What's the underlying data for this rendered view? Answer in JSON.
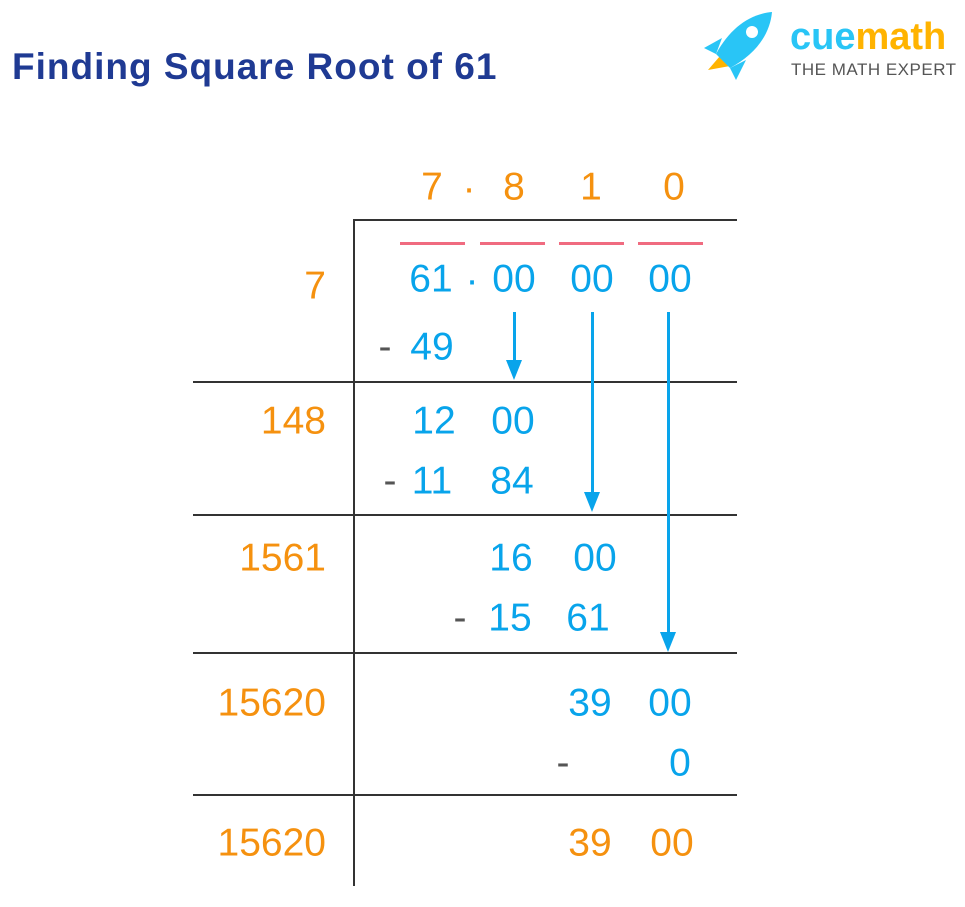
{
  "title": "Finding Square Root of 61",
  "logo": {
    "brand_part1": "cue",
    "brand_part2": "math",
    "tagline": "THE MATH EXPERT"
  },
  "colors": {
    "quotient": "#f5910f",
    "dividend": "#08a4eb",
    "title": "#1f3a93",
    "pair_bar": "#f06b80"
  },
  "quotient": {
    "d1": "7",
    "dot": ".",
    "d2": "8",
    "d3": "1",
    "d4": "0"
  },
  "divisors": [
    "7",
    "148",
    "1561",
    "15620",
    "15620"
  ],
  "dividend": {
    "whole": "61",
    "dot": ".",
    "p1": "00",
    "p2": "00",
    "p3": "00"
  },
  "steps": {
    "sub1": {
      "sign": "-",
      "value": "49"
    },
    "rem1": {
      "a": "12",
      "b": "00"
    },
    "sub2": {
      "sign": "-",
      "a": "11",
      "b": "84"
    },
    "rem2": {
      "a": "16",
      "b": "00"
    },
    "sub3": {
      "sign": "-",
      "a": "15",
      "b": "61"
    },
    "rem3": {
      "a": "39",
      "b": "00"
    },
    "sub4": {
      "sign": "-",
      "value": "0"
    },
    "rem4": {
      "a": "39",
      "b": "00"
    }
  }
}
